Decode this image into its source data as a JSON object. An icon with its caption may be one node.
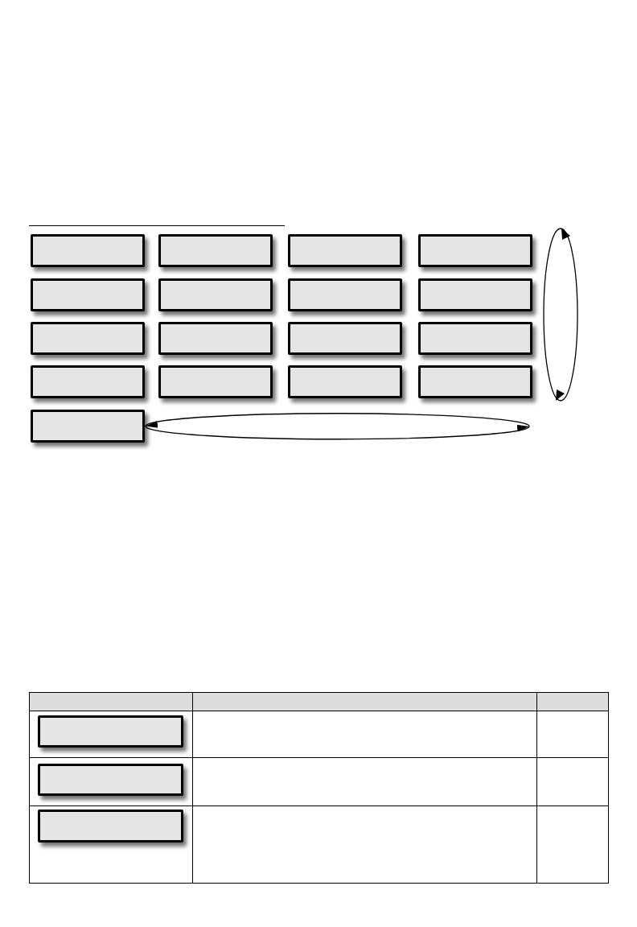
{
  "diagram": {
    "nodes": [
      {
        "text": [],
        "shape": "box"
      },
      {
        "text": [],
        "shape": "box"
      },
      {
        "text": [],
        "shape": "box"
      },
      {
        "text": [],
        "shape": "box"
      },
      {
        "text": [],
        "shape": "box"
      },
      {
        "text": [],
        "shape": "box"
      },
      {
        "text": [],
        "shape": "box"
      },
      {
        "text": [],
        "shape": "box"
      },
      {
        "text": [],
        "shape": "box"
      },
      {
        "text": [],
        "shape": "box"
      },
      {
        "text": [],
        "shape": "box"
      },
      {
        "text": [],
        "shape": "box"
      },
      {
        "text": [],
        "shape": "box"
      },
      {
        "text": [],
        "shape": "box"
      },
      {
        "text": [],
        "shape": "box"
      },
      {
        "text": [],
        "shape": "box"
      },
      {
        "text": [],
        "shape": "box"
      },
      {
        "text": [],
        "shape": "box"
      },
      {
        "text": [],
        "shape": "box"
      },
      {
        "text": [],
        "shape": "box"
      }
    ],
    "edges": [
      {
        "from": null,
        "to": 16,
        "arrow": "both"
      }
    ]
  }
}
